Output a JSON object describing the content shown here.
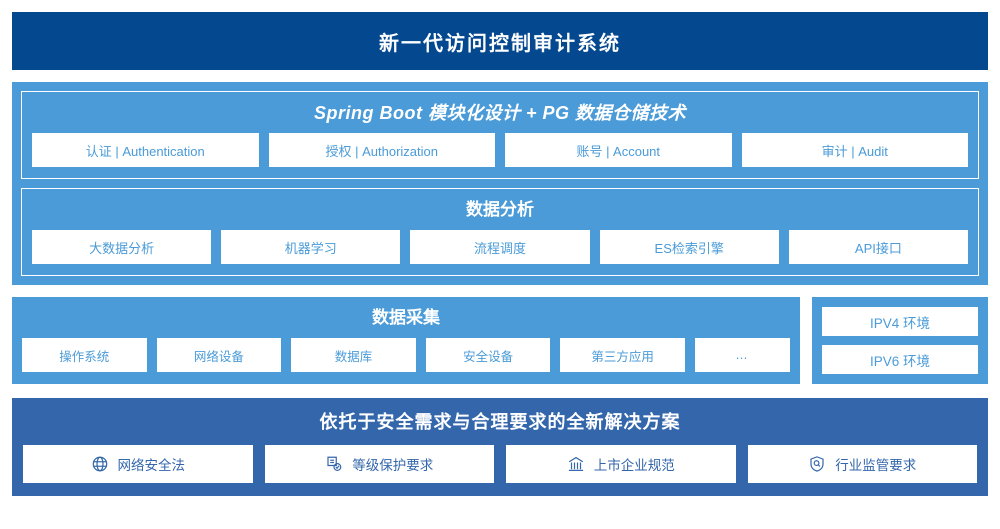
{
  "header": {
    "title": "新一代访问控制审计系统",
    "background": "#04488f"
  },
  "theme": {
    "light_blue": "#4a9bd8",
    "mid_blue": "#3366ab",
    "navy": "#04488f",
    "chip_background": "#ffffff"
  },
  "platform": {
    "spring": {
      "title": "Spring Boot 模块化设计 + PG 数据仓储技术",
      "items": [
        {
          "label": "认证 | Authentication"
        },
        {
          "label": "授权 | Authorization"
        },
        {
          "label": "账号 | Account"
        },
        {
          "label": "审计 | Audit"
        }
      ]
    },
    "analysis": {
      "title": "数据分析",
      "items": [
        {
          "label": "大数据分析"
        },
        {
          "label": "机器学习"
        },
        {
          "label": "流程调度"
        },
        {
          "label": "ES检索引擎"
        },
        {
          "label": "API接口"
        }
      ]
    }
  },
  "collection": {
    "title": "数据采集",
    "items": [
      {
        "label": "操作系统"
      },
      {
        "label": "网络设备"
      },
      {
        "label": "数据库"
      },
      {
        "label": "安全设备"
      },
      {
        "label": "第三方应用"
      },
      {
        "label": "…"
      }
    ]
  },
  "environment": {
    "items": [
      {
        "label": "IPV4 环境"
      },
      {
        "label": "IPV6 环境"
      }
    ]
  },
  "compliance": {
    "title": "依托于安全需求与合理要求的全新解决方案",
    "items": [
      {
        "label": "网络安全法",
        "icon": "globe-icon"
      },
      {
        "label": "等级保护要求",
        "icon": "document-check-icon"
      },
      {
        "label": "上市企业规范",
        "icon": "bank-icon"
      },
      {
        "label": "行业监管要求",
        "icon": "shield-search-icon"
      }
    ]
  }
}
